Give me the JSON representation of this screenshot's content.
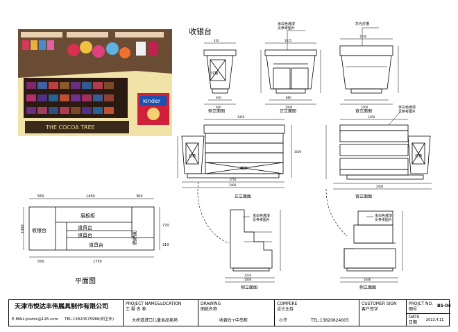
{
  "drawing": {
    "main_title": "收银台",
    "plan_label": "平面图",
    "note_line1": "米白色烤漆",
    "note_line2": "见参考图片",
    "note_light": "灰光灯槽",
    "view_side": "侧立面图",
    "view_front": "正立面图",
    "view_back": "背立面图",
    "light_box": "灯箱",
    "light_box2": "灯箱",
    "drawer_label": "抽屉",
    "plan": {
      "dim_top": [
        "550",
        "1450",
        "300"
      ],
      "dim_bottom": [
        "550",
        "1750"
      ],
      "dim_left": "1000",
      "dim_right": [
        "770",
        "210"
      ],
      "cashier": "收银台",
      "shelf_cabinet": "层板柜",
      "shelf_cabinet_v": "层板柜",
      "prop_table1": "道具台",
      "prop_table2": "道具台",
      "prop_table3": "道具台"
    },
    "dims": {
      "side_w": "450",
      "side_w2": "400",
      "side_w3": "600",
      "front_w": "1015",
      "front_w2": "880",
      "front_w3": "1000",
      "back_w": "1500",
      "back_w2": "1000",
      "big_w": "1450",
      "big_w2": "1750",
      "big_w3": "2400",
      "big_h": "1000",
      "small_w": "1250",
      "small_w2": "1000",
      "small_w3": "1046"
    }
  },
  "titleblock": {
    "company": "天津市悦达丰伟展具制作有限公司",
    "email": "E-MAIL:jsxdzs@126.com",
    "tel": "TEL:13820575988(刘卫东)",
    "project_label_en": "PROJECT NAME&LOCATION",
    "project_label_cn": "工 程 名 称",
    "project_value": "大桥道进口儿童食品卖场",
    "drawing_label_en": "DRAWING",
    "drawing_label_cn": "图纸名称",
    "drawing_value": "收银台+中岛柜",
    "compere_label_en": "COMPERE",
    "compere_label_cn": "设计主持",
    "compere_value": "小许",
    "compere_tel": "TEL:13820624005",
    "customer_label_en": "CUSTOMER SIGN",
    "customer_label_cn": "客户签字",
    "project_no_label_en": "PROJCT NO.",
    "project_no_label_cn": "图号",
    "project_no_value": "BS-04",
    "date_label_en": "DATE",
    "date_label_cn": "日期",
    "date_value": "2013.4.11"
  },
  "photo": {
    "brand_text": "THE COCOA TREE",
    "box_text": "kinder"
  }
}
